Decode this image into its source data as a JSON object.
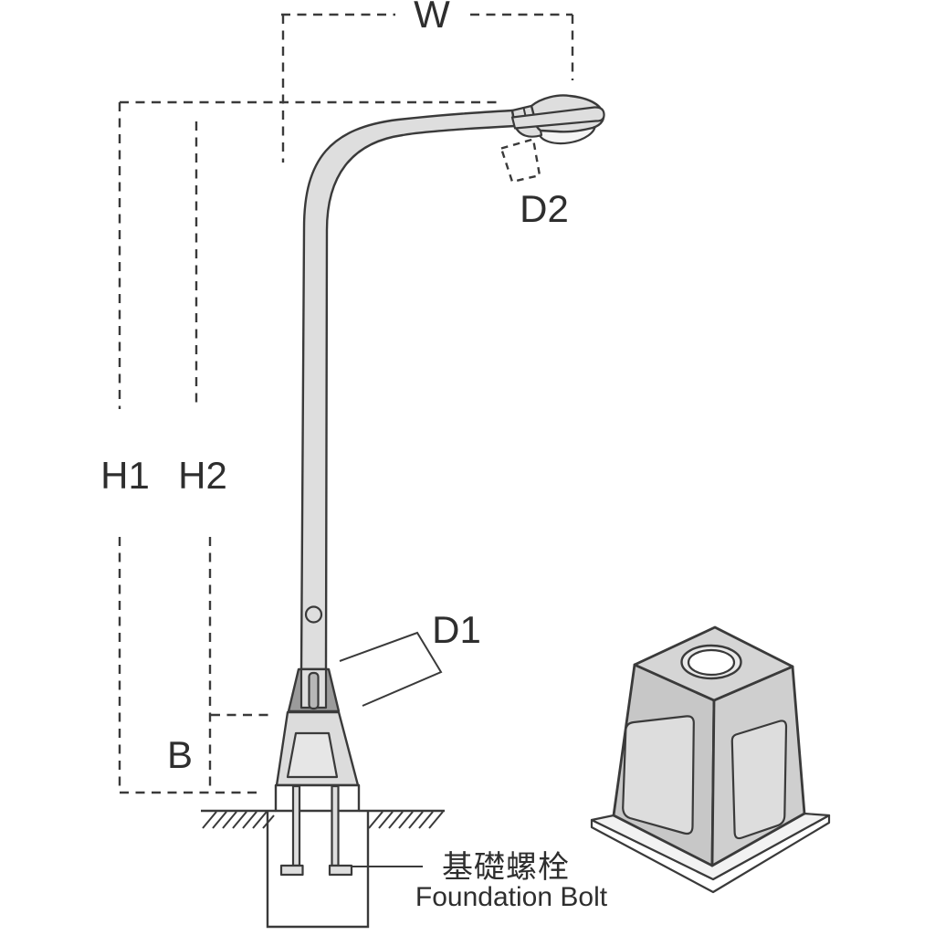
{
  "drawing": {
    "labels": {
      "w": "W",
      "h1": "H1",
      "h2": "H2",
      "d1": "D1",
      "d2": "D2",
      "b": "B"
    },
    "callout": {
      "zh": "基礎螺栓",
      "en": "Foundation Bolt"
    },
    "colors": {
      "background": "#ffffff",
      "outline": "#3a3a3a",
      "pole_fill": "#dedede",
      "cone_dark_fill": "#9b9b9b",
      "slot_fill": "#b7b7b7",
      "base_fill": "#dcdcdc",
      "door_fill": "#e6e6e6",
      "white_fill": "#ffffff",
      "lens_fill": "#f4f4f4",
      "block_top_fill": "#d5d5d5",
      "block_left_fill": "#c7c7c7",
      "block_right_fill": "#cfcfcf",
      "panel_fill": "#dddddd",
      "skirt_fill": "#f2f2f2",
      "ring_fill": "#e9e9e9"
    }
  }
}
